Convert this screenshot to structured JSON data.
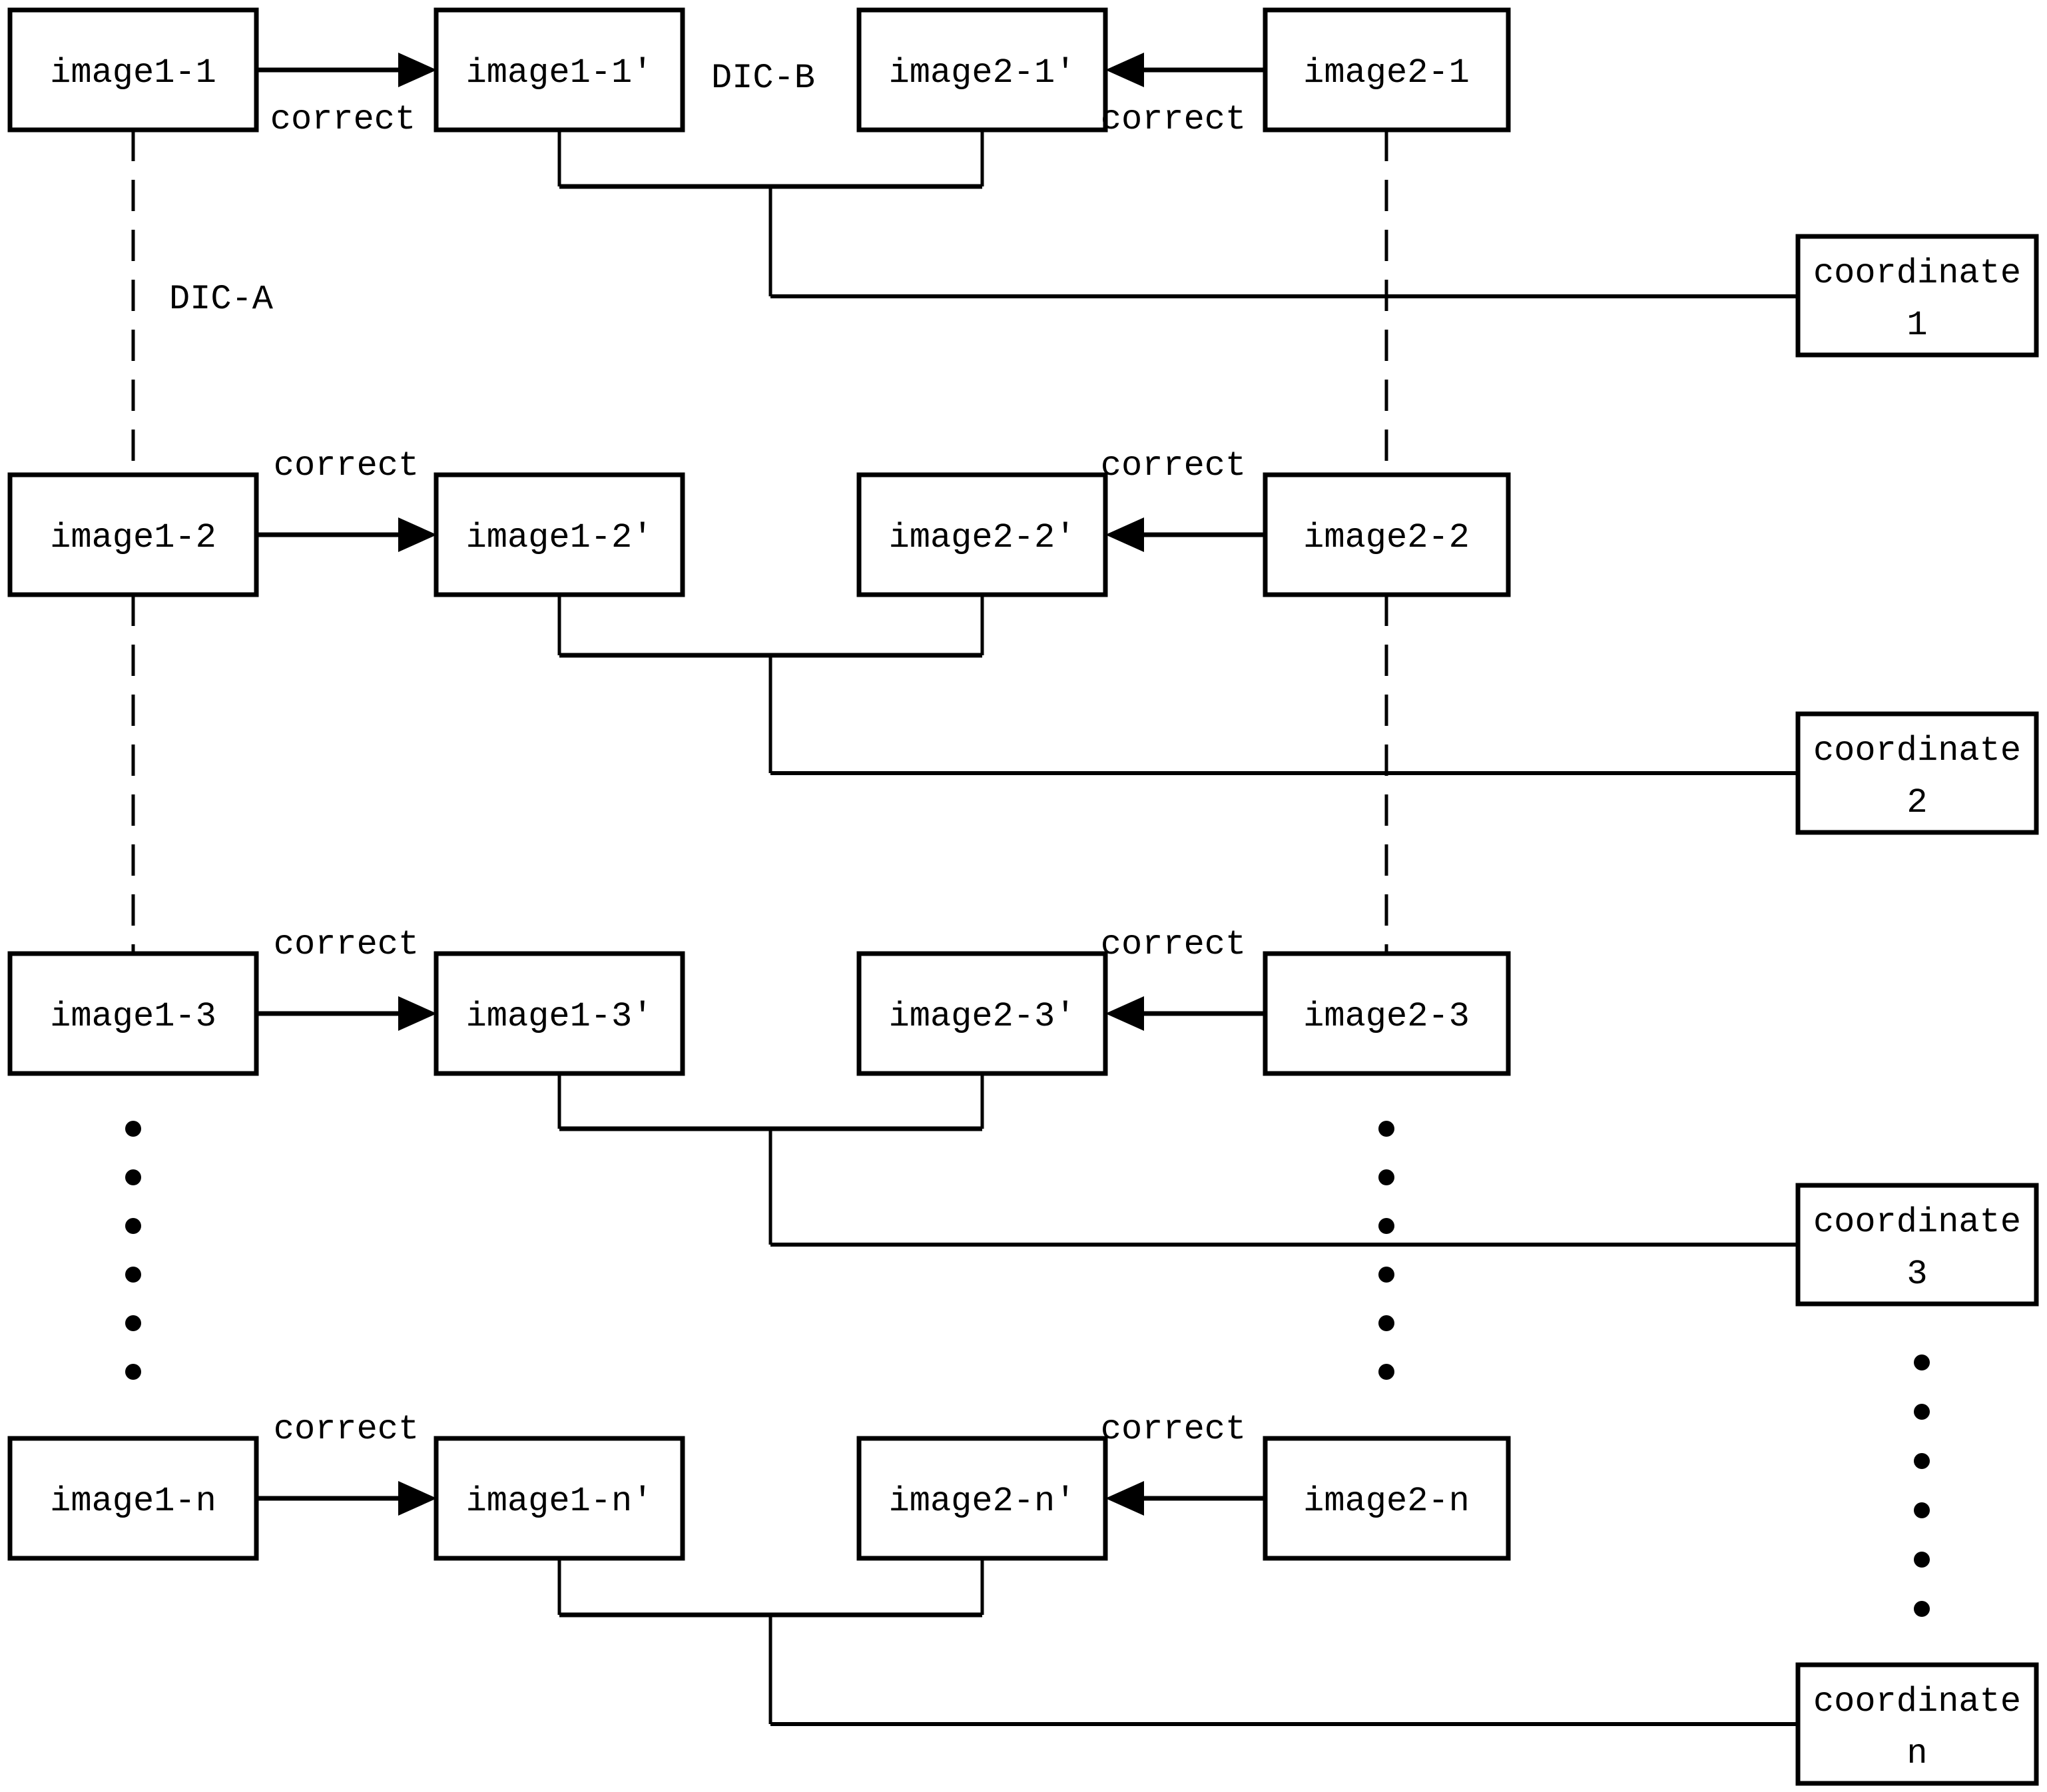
{
  "colors": {
    "ink": "#000000",
    "background": "#ffffff"
  },
  "labels": {
    "dic_a": "DIC-A",
    "dic_b": "DIC-B"
  },
  "rows": [
    {
      "source_left": "image1-1",
      "corrected_left": "image1-1′",
      "corrected_right": "image2-1′",
      "source_right": "image2-1",
      "correct_left": "correct",
      "correct_right": "correct",
      "coordinate_word": "coordinate",
      "coordinate_index": "1"
    },
    {
      "source_left": "image1-2",
      "corrected_left": "image1-2′",
      "corrected_right": "image2-2′",
      "source_right": "image2-2",
      "correct_left": "correct",
      "correct_right": "correct",
      "coordinate_word": "coordinate",
      "coordinate_index": "2"
    },
    {
      "source_left": "image1-3",
      "corrected_left": "image1-3′",
      "corrected_right": "image2-3′",
      "source_right": "image2-3",
      "correct_left": "correct",
      "correct_right": "correct",
      "coordinate_word": "coordinate",
      "coordinate_index": "3"
    },
    {
      "source_left": "image1-n",
      "corrected_left": "image1-n′",
      "corrected_right": "image2-n′",
      "source_right": "image2-n",
      "correct_left": "correct",
      "correct_right": "correct",
      "coordinate_word": "coordinate",
      "coordinate_index": "n"
    }
  ]
}
